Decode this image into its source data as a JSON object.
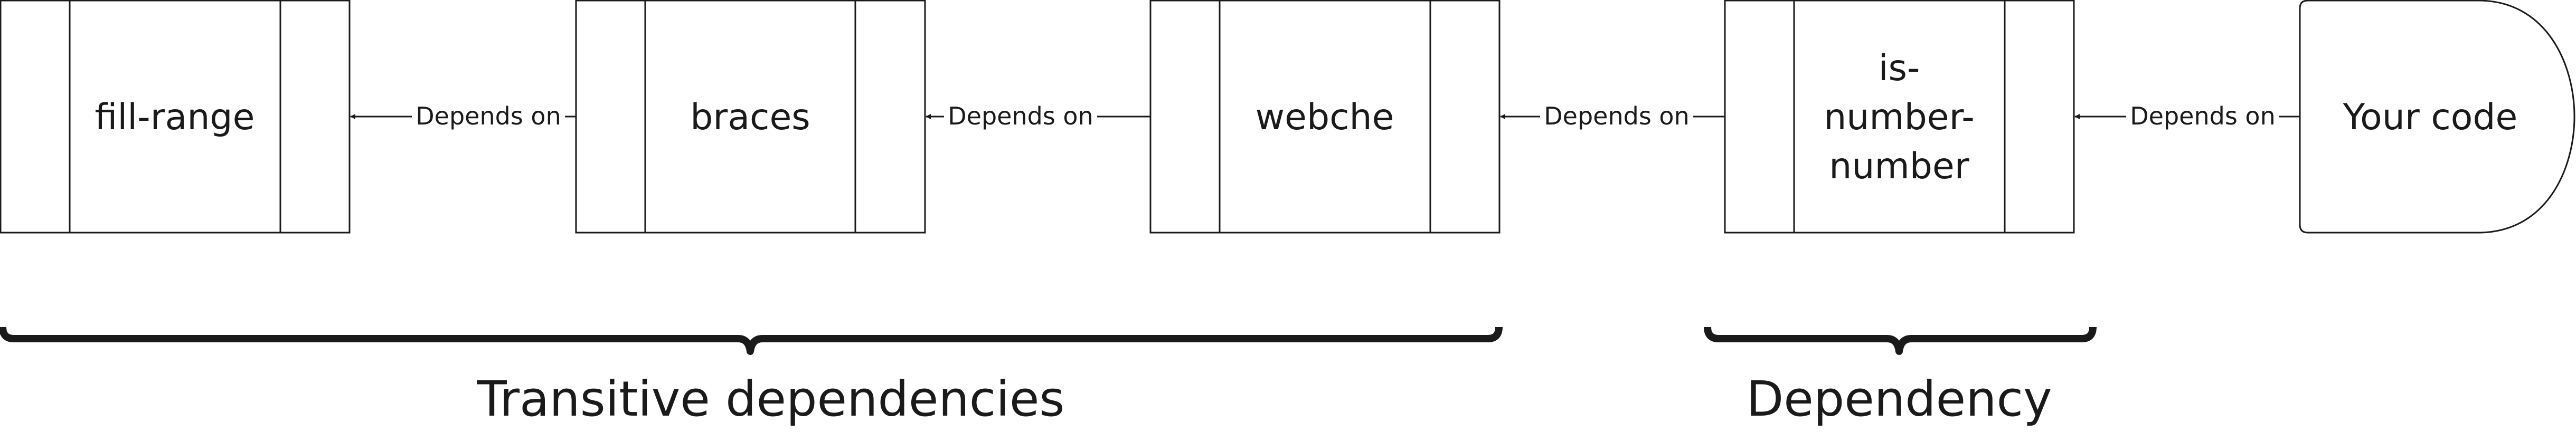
{
  "nodes": [
    {
      "id": "fill-range",
      "lines": [
        "fill-range"
      ],
      "shape": "predefined-process"
    },
    {
      "id": "braces",
      "lines": [
        "braces"
      ],
      "shape": "predefined-process"
    },
    {
      "id": "webche",
      "lines": [
        "webche"
      ],
      "shape": "predefined-process"
    },
    {
      "id": "is-number-number",
      "lines": [
        "is-",
        "number-",
        "number"
      ],
      "shape": "predefined-process"
    },
    {
      "id": "your-code",
      "lines": [
        "Your code"
      ],
      "shape": "delay"
    }
  ],
  "edges": [
    {
      "from": "braces",
      "to": "fill-range",
      "label": "Depends on"
    },
    {
      "from": "webche",
      "to": "braces",
      "label": "Depends on"
    },
    {
      "from": "is-number-number",
      "to": "webche",
      "label": "Depends on"
    },
    {
      "from": "your-code",
      "to": "is-number-number",
      "label": "Depends on"
    }
  ],
  "groups": [
    {
      "label": "Transitive dependencies",
      "members": [
        "fill-range",
        "braces",
        "webche"
      ]
    },
    {
      "label": "Dependency",
      "members": [
        "is-number-number"
      ]
    }
  ],
  "colors": {
    "stroke": "#1a1a1a",
    "fill": "#ffffff",
    "text": "#1a1a1a"
  }
}
